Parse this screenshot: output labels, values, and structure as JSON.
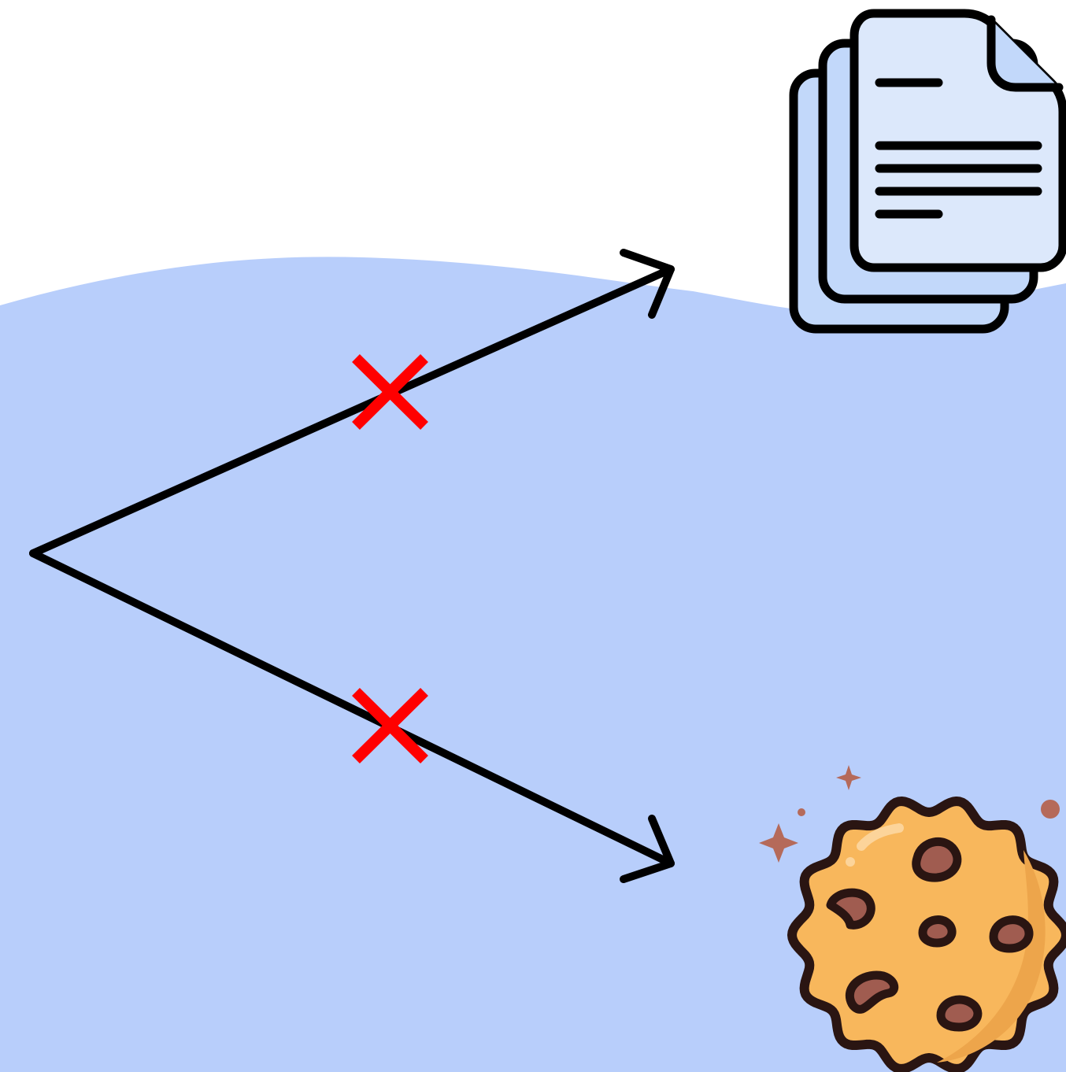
{
  "background": {
    "top_color": "#ffffff",
    "wave_color": "#b8cefb"
  },
  "diagram": {
    "origin_node": "branch-point",
    "branches": [
      {
        "id": "upper",
        "target": "documents",
        "target_icon": "documents-stack-icon",
        "blocked": true,
        "block_icon": "red-x-icon"
      },
      {
        "id": "lower",
        "target": "cookie",
        "target_icon": "cookie-icon",
        "blocked": true,
        "block_icon": "red-x-icon"
      }
    ]
  },
  "colors": {
    "arrow": "#000000",
    "block_mark": "#ff0000",
    "doc_fill": "#dce8fb",
    "doc_back_fill": "#c2d8fa",
    "doc_outline": "#000000",
    "cookie_fill": "#f8b75c",
    "cookie_shade": "#eda54b",
    "cookie_highlight": "#fcd49a",
    "chip_fill": "#a05c50",
    "cookie_outline": "#2a1512",
    "sparkle": "#b56a5a"
  }
}
